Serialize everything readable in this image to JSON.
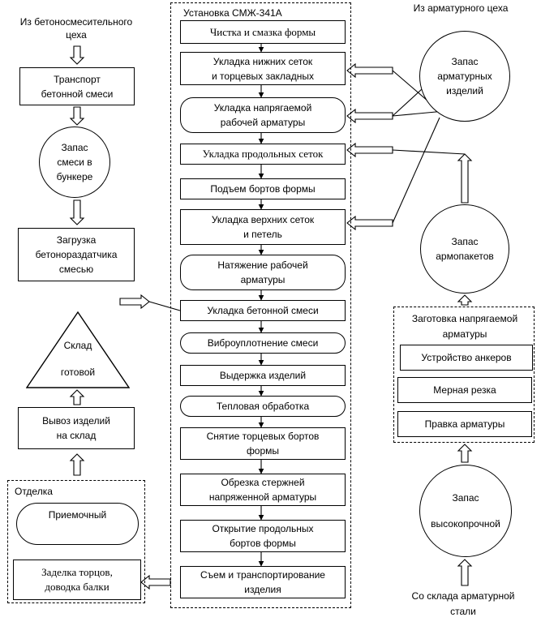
{
  "labels": {
    "from_concrete": [
      "Из бетоносмесительного",
      "цеха"
    ],
    "from_rebar_shop": "Из арматурного цеха",
    "from_steel_store": [
      "Со склада арматурной",
      "стали"
    ],
    "installation": "Установка СМЖ-341А",
    "finishing": "Отделка",
    "prestress_prep": [
      "Заготовка напрягаемой",
      "арматуры"
    ]
  },
  "left": {
    "transport": [
      "Транспорт",
      "бетонной смеси"
    ],
    "bunker": [
      "Запас",
      "смеси в",
      "бункере"
    ],
    "loading": [
      "Загрузка",
      "бетонораздатчика",
      "смесью"
    ],
    "warehouse": [
      "Склад",
      "готовой"
    ],
    "export": [
      "Вывоз изделий",
      "на склад"
    ],
    "acceptance": "Приемочный",
    "sealing": [
      "Заделка торцов,",
      "доводка балки"
    ]
  },
  "main": [
    "Чистка и смазка формы",
    [
      "Укладка нижних сеток",
      "и торцевых закладных"
    ],
    [
      "Укладка напрягаемой",
      "рабочей арматуры"
    ],
    "Укладка продольных сеток",
    "Подъем бортов формы",
    [
      "Укладка верхних сеток",
      "и петель"
    ],
    [
      "Натяжение рабочей",
      "арматуры"
    ],
    "Укладка бетонной смеси",
    "Виброуплотнение смеси",
    "Выдержка изделий",
    "Тепловая обработка",
    [
      "Снятие торцевых бортов",
      "формы"
    ],
    [
      "Обрезка стержней",
      "напряженной арматуры"
    ],
    [
      "Открытие продольных",
      "бортов формы"
    ],
    [
      "Съем и транспортирование",
      "изделия"
    ]
  ],
  "right": {
    "rebar_stock": [
      "Запас",
      "арматурных",
      "изделий"
    ],
    "packages": [
      "Запас",
      "армопакетов"
    ],
    "anchors": "Устройство анкеров",
    "cutting": "Мерная резка",
    "straighten": "Правка арматуры",
    "hs_stock": [
      "Запас",
      "высокопрочной"
    ]
  }
}
